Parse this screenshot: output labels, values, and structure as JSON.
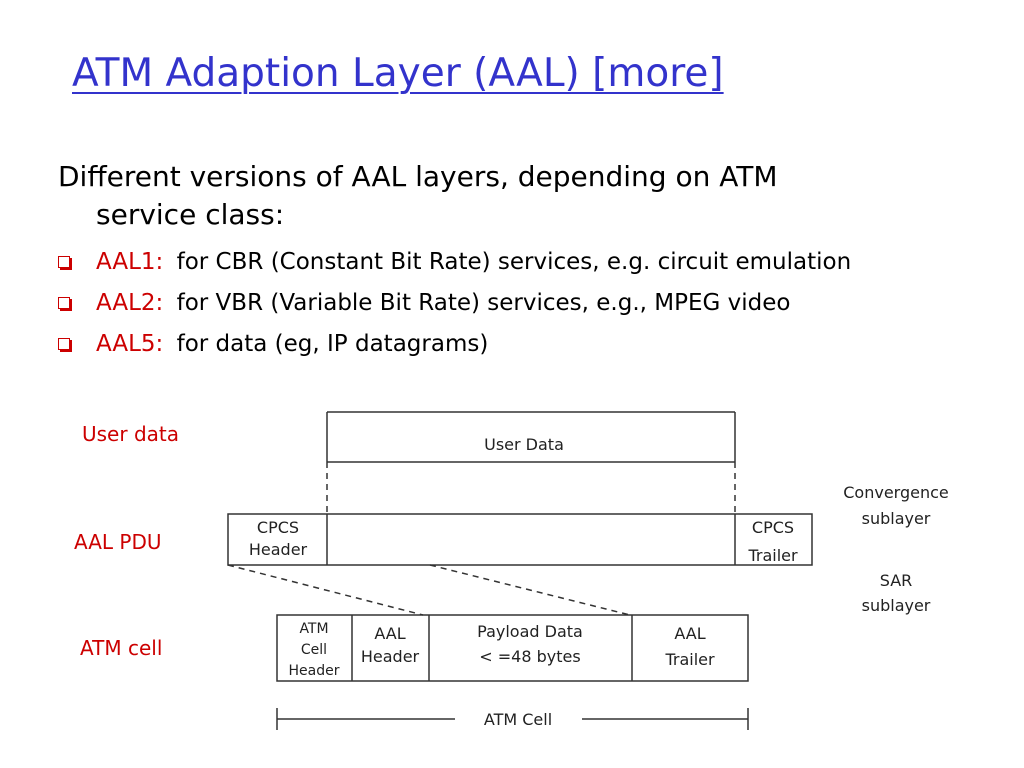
{
  "title": "ATM Adaption Layer (AAL) [more]",
  "intro": {
    "line1": "Different versions of AAL layers, depending on ATM",
    "line2": "service class:"
  },
  "bullets": [
    {
      "label": "AAL1:",
      "text": "for CBR (Constant Bit Rate) services, e.g. circuit emulation"
    },
    {
      "label": "AAL2:",
      "text": "for VBR (Variable Bit Rate) services, e.g., MPEG video"
    },
    {
      "label": "AAL5:",
      "text": "for data (eg, IP datagrams)"
    }
  ],
  "side_labels": {
    "user_data": "User data",
    "aal_pdu": "AAL PDU",
    "atm_cell": "ATM cell"
  },
  "diagram": {
    "user_data_box": "User Data",
    "cpcs_header": [
      "CPCS",
      "Header"
    ],
    "cpcs_trailer": [
      "CPCS",
      "Trailer"
    ],
    "convergence": [
      "Convergence",
      "sublayer"
    ],
    "sar": [
      "SAR",
      "sublayer"
    ],
    "atm_cell_header": [
      "ATM",
      "Cell",
      "Header"
    ],
    "aal_header": [
      "AAL",
      "Header"
    ],
    "payload": [
      "Payload Data",
      "< =48 bytes"
    ],
    "aal_trailer": [
      "AAL",
      "Trailer"
    ],
    "atm_cell_span": "ATM Cell"
  },
  "colors": {
    "title": "#3333cc",
    "accent": "#cc0000"
  }
}
